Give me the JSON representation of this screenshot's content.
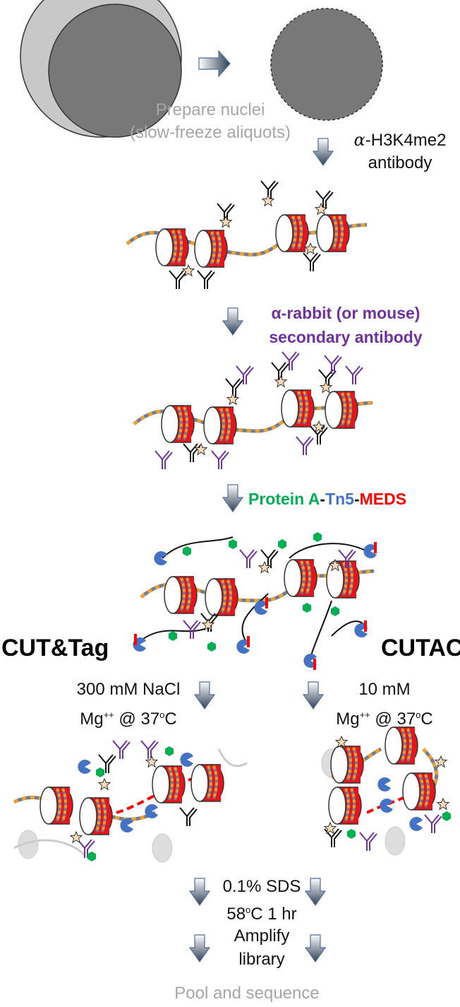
{
  "steps": {
    "nuclei": {
      "line1": "Prepare nuclei",
      "line2": "(slow-freeze aliquots)"
    },
    "primary": {
      "prefix": "α",
      "line1": "-H3K4me2",
      "line2": "antibody"
    },
    "secondary": {
      "line1": "α-rabbit (or mouse)",
      "line2": "secondary antibody"
    },
    "pa": {
      "part1": "Protein A",
      "sep1": "-",
      "part2": "Tn5",
      "sep2": "-",
      "part3": "MEDS"
    },
    "cuttag": {
      "title": "CUT&Tag",
      "line1": "300 mM NaCl",
      "line2_pre": "Mg",
      "line2_sup": "++",
      "line2_mid": " @ 37",
      "line2_sup2": "o",
      "line2_post": "C"
    },
    "cutac": {
      "title": "CUTAC",
      "line1": "10 mM",
      "line2_pre": "Mg",
      "line2_sup": "++",
      "line2_mid": " @ 37",
      "line2_sup2": "o",
      "line2_post": "C"
    },
    "sds": {
      "line1": "0.1% SDS",
      "line2_pre": "58",
      "line2_sup": "o",
      "line2_post": "C 1 hr"
    },
    "amplify": {
      "line1": "Amplify",
      "line2": "library"
    },
    "pool": {
      "label": "Pool and sequence"
    }
  },
  "colors": {
    "gray_text": "#a6a6a6",
    "purple": "#7030a0",
    "green": "#00b050",
    "blue": "#4472c4",
    "red": "#ff0000",
    "nucleosome_red": "#e8141b",
    "dna_orange": "#f0a030",
    "dna_gray": "#6f7f8f"
  },
  "icons": [
    "nucleus-icon",
    "down-arrow-icon",
    "right-arrow-icon",
    "nucleosome-icon",
    "antibody-icon",
    "star-icon",
    "protein-a-icon",
    "tn5-icon",
    "meds-icon"
  ]
}
